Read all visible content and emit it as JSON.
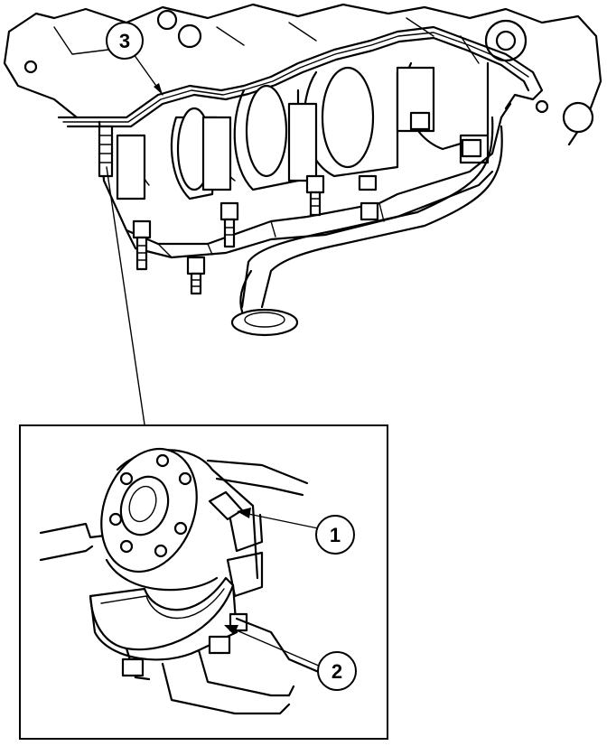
{
  "diagram": {
    "callouts": [
      {
        "id": "callout-1",
        "label": "1"
      },
      {
        "id": "callout-2",
        "label": "2"
      },
      {
        "id": "callout-3",
        "label": "3"
      }
    ],
    "colors": {
      "ink": "#000000",
      "paper": "#ffffff"
    }
  }
}
